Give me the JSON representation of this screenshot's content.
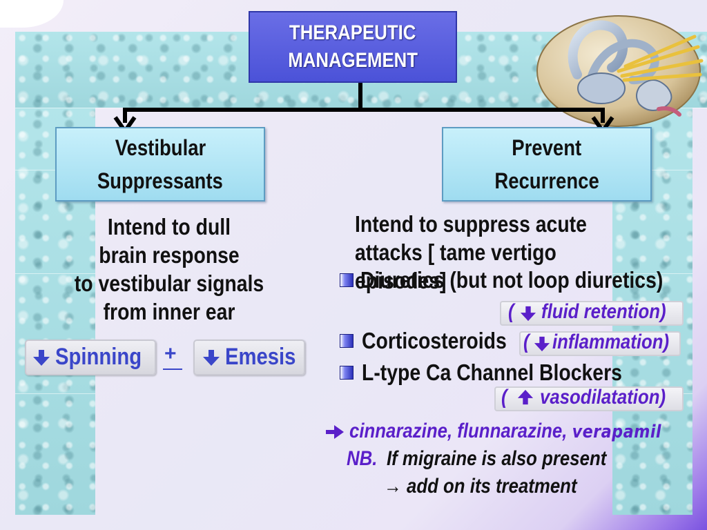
{
  "title": {
    "line1": "THERAPEUTIC",
    "line2": "MANAGEMENT"
  },
  "left_branch": {
    "line1": "Vestibular",
    "line2": "Suppressants",
    "description": [
      "Intend to dull",
      "brain response",
      "to vestibular signals",
      "from inner ear"
    ],
    "effect_spinning": "Spinning",
    "plus": "+",
    "effect_emesis": "Emesis"
  },
  "right_branch": {
    "line1": "Prevent",
    "line2": "Recurrence",
    "description": [
      "Intend  to suppress acute",
      "attacks [ tame vertigo",
      "episodes]"
    ],
    "items": [
      {
        "label": "Diuretics (but not loop diuretics)",
        "note": "fluid retention)",
        "note_open": "("
      },
      {
        "label": "Corticosteroids",
        "note": "inflammation)",
        "note_open": "("
      },
      {
        "label": "L-type Ca Channel Blockers",
        "note": "vasodilatation)",
        "note_open": "("
      }
    ],
    "examples": "cinnarazine, flunnarazine, ",
    "examples_last": "verapamil",
    "nb_label": "NB.",
    "nb_text": "If migraine is also present",
    "nb_text2": "→ add on its treatment"
  },
  "icons": [
    "down-arrow-icon",
    "up-arrow-icon",
    "right-arrow-icon",
    "inner-ear-illustration"
  ],
  "colors": {
    "title_box": "#5a60e0",
    "branch_box": "#b5e8f6",
    "accent_blue": "#3a46c9",
    "accent_purple": "#5a1fc9"
  }
}
